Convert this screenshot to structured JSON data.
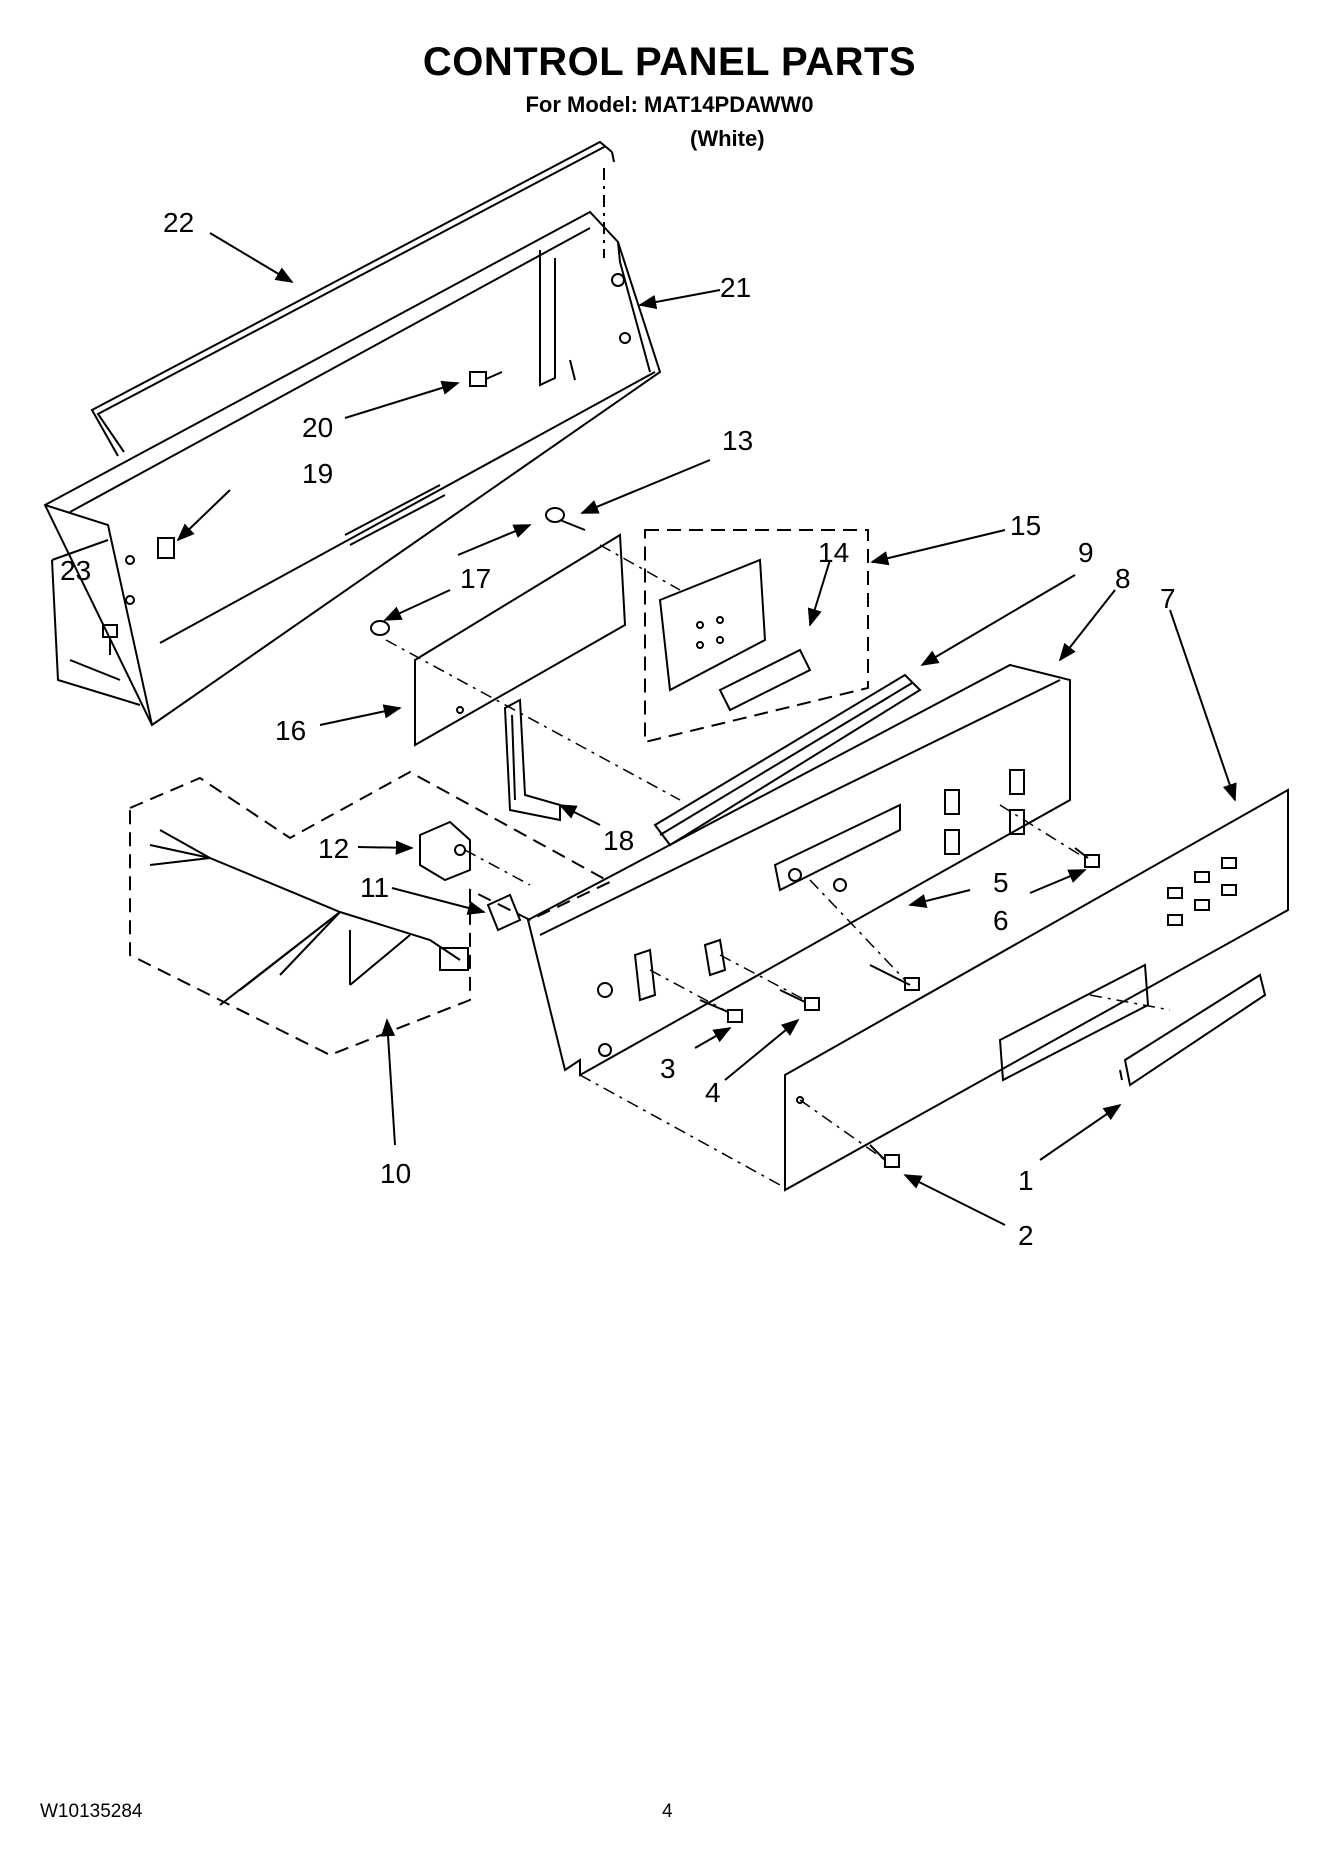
{
  "header": {
    "title": "CONTROL PANEL PARTS",
    "model_line": "For Model: MAT14PDAWW0",
    "variant": "(White)"
  },
  "callouts": [
    "1",
    "2",
    "3",
    "4",
    "5",
    "6",
    "7",
    "8",
    "9",
    "10",
    "11",
    "12",
    "13",
    "14",
    "15",
    "16",
    "17",
    "18",
    "19",
    "20",
    "21",
    "22",
    "23"
  ],
  "footer": {
    "doc_number": "W10135284",
    "page_number": "4"
  }
}
